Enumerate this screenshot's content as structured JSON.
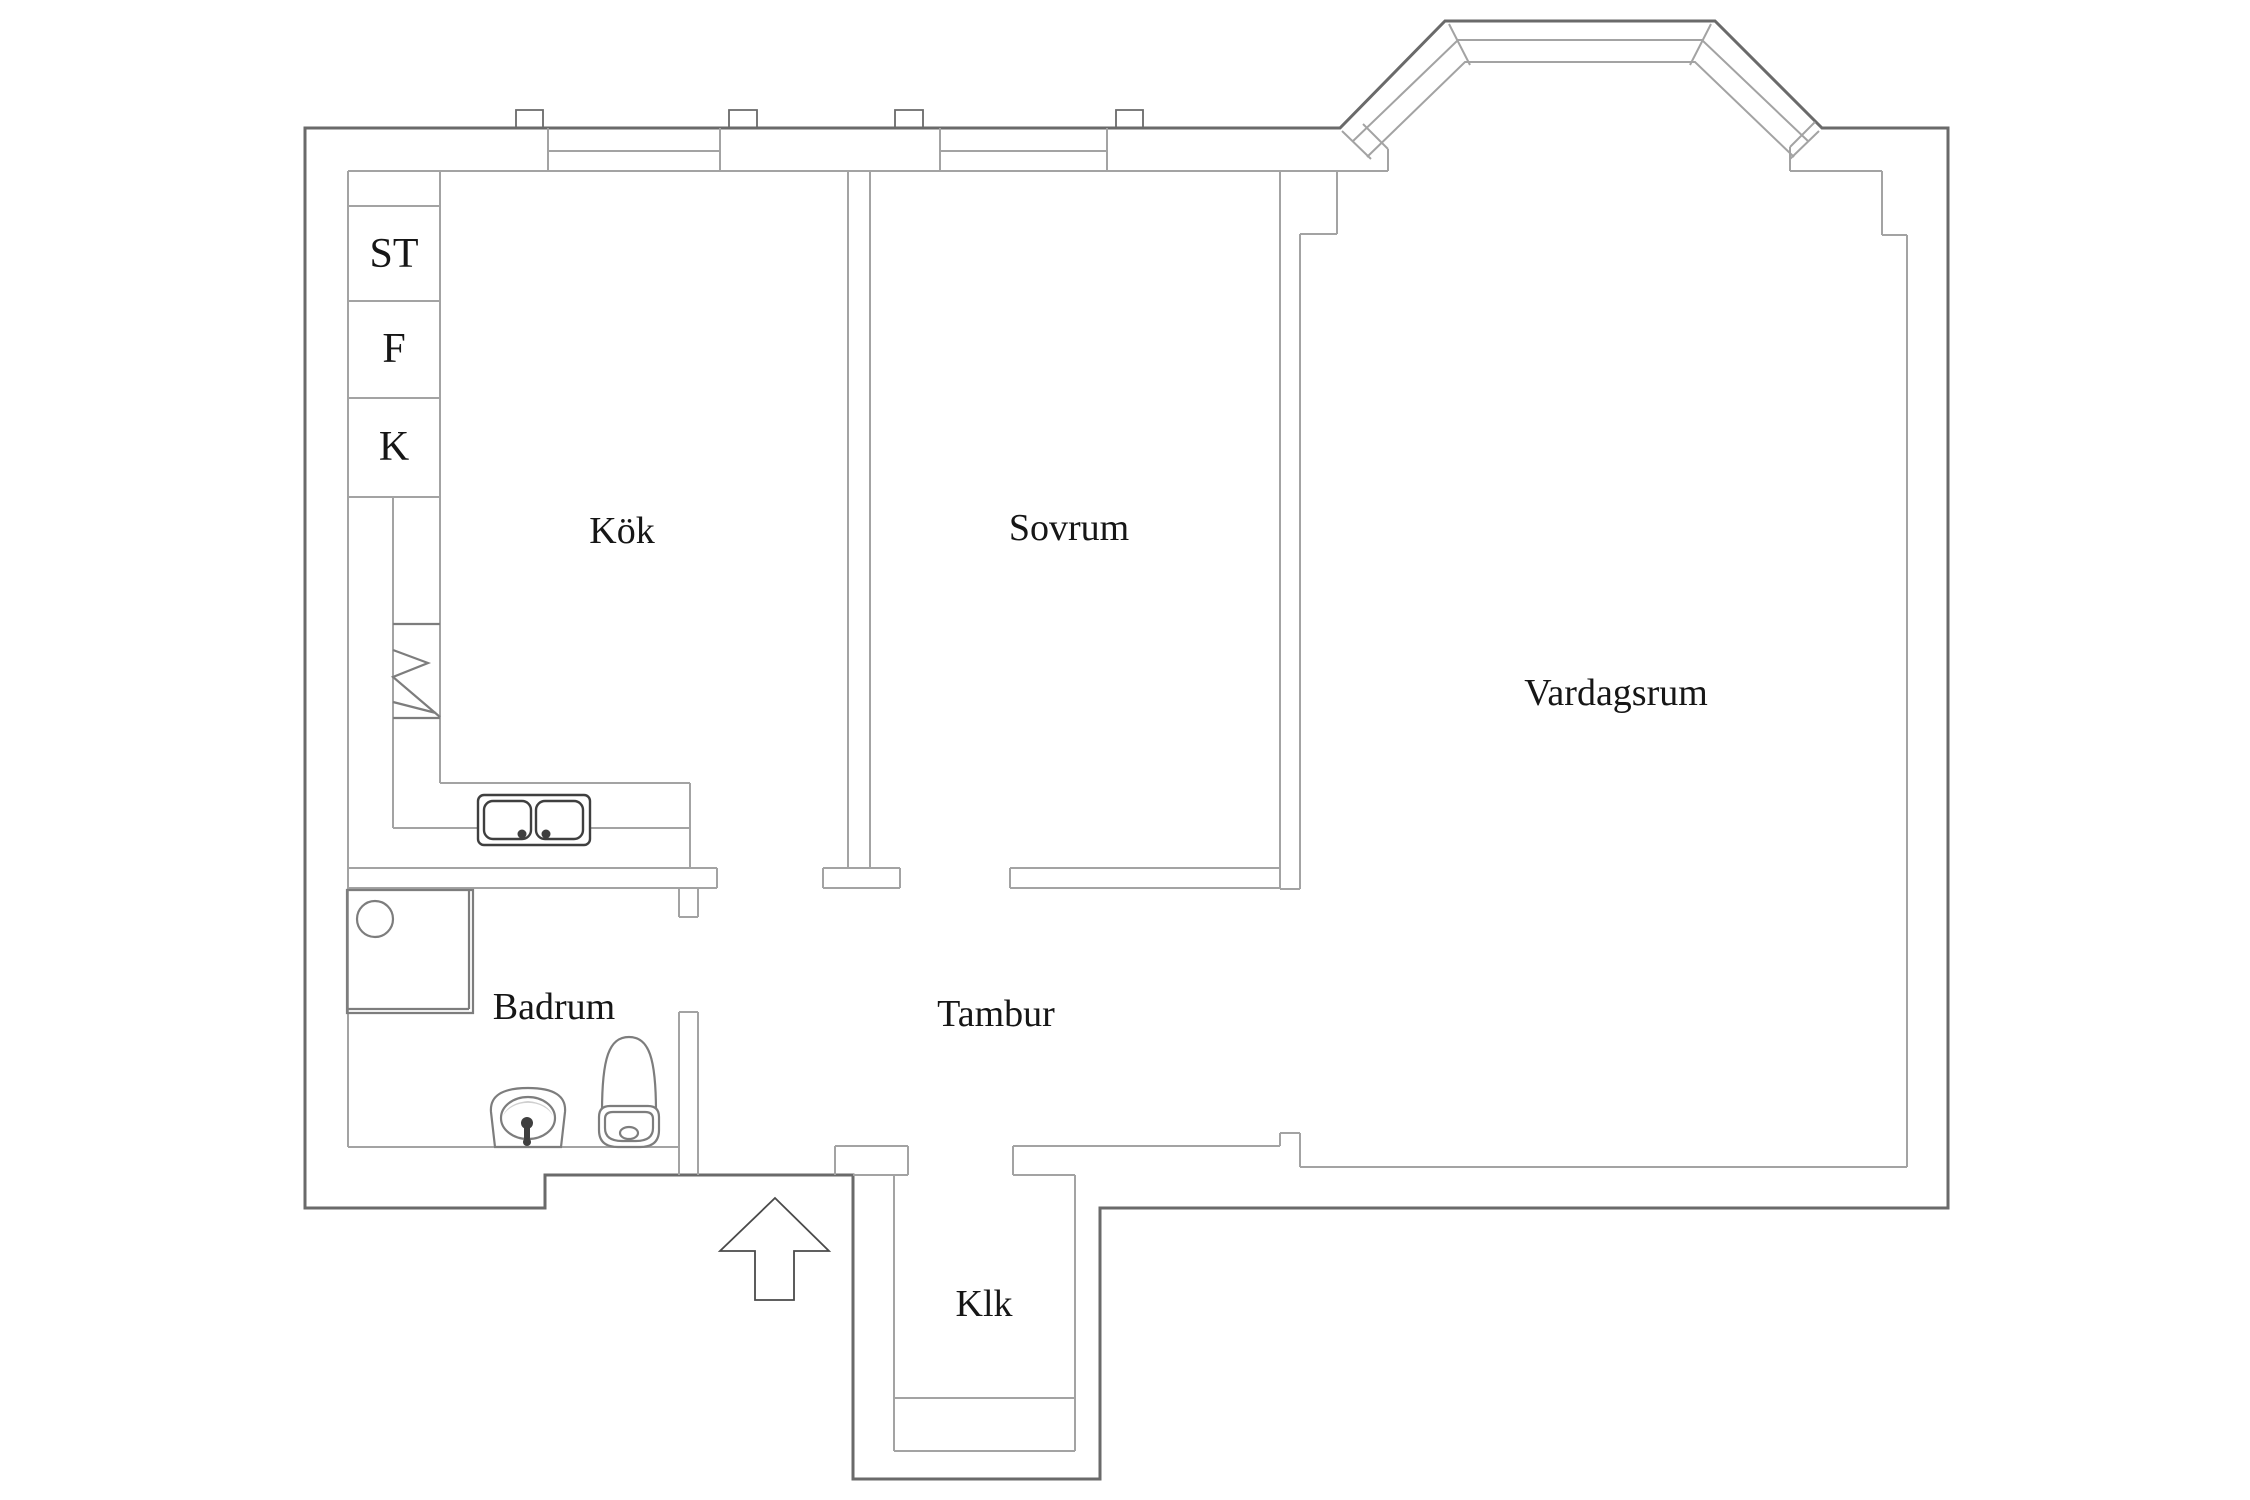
{
  "title": "Apartment floor plan",
  "colors": {
    "background": "#ffffff",
    "wall_outer": "#6a6a6a",
    "wall_inner": "#a3a3a3",
    "fixture": "#7d7d7d",
    "fixture_dark": "#3f3f3f",
    "fixture_fill": "#cfcfcf",
    "arrow": "#4a4a4a",
    "text": "#161616"
  },
  "rooms": {
    "kok": {
      "label": "Kök"
    },
    "sovrum": {
      "label": "Sovrum"
    },
    "vardagsrum": {
      "label": "Vardagsrum"
    },
    "badrum": {
      "label": "Badrum"
    },
    "tambur": {
      "label": "Tambur"
    },
    "klk": {
      "label": "Klk"
    }
  },
  "cabinets": {
    "st": {
      "label": "ST"
    },
    "f": {
      "label": "F"
    },
    "k": {
      "label": "K"
    }
  },
  "fixtures": {
    "names": [
      "shower",
      "floor-drain",
      "washbasin",
      "toilet",
      "kitchen-sink",
      "stove",
      "bay-window",
      "entrance-arrow",
      "chimney-stack"
    ]
  }
}
